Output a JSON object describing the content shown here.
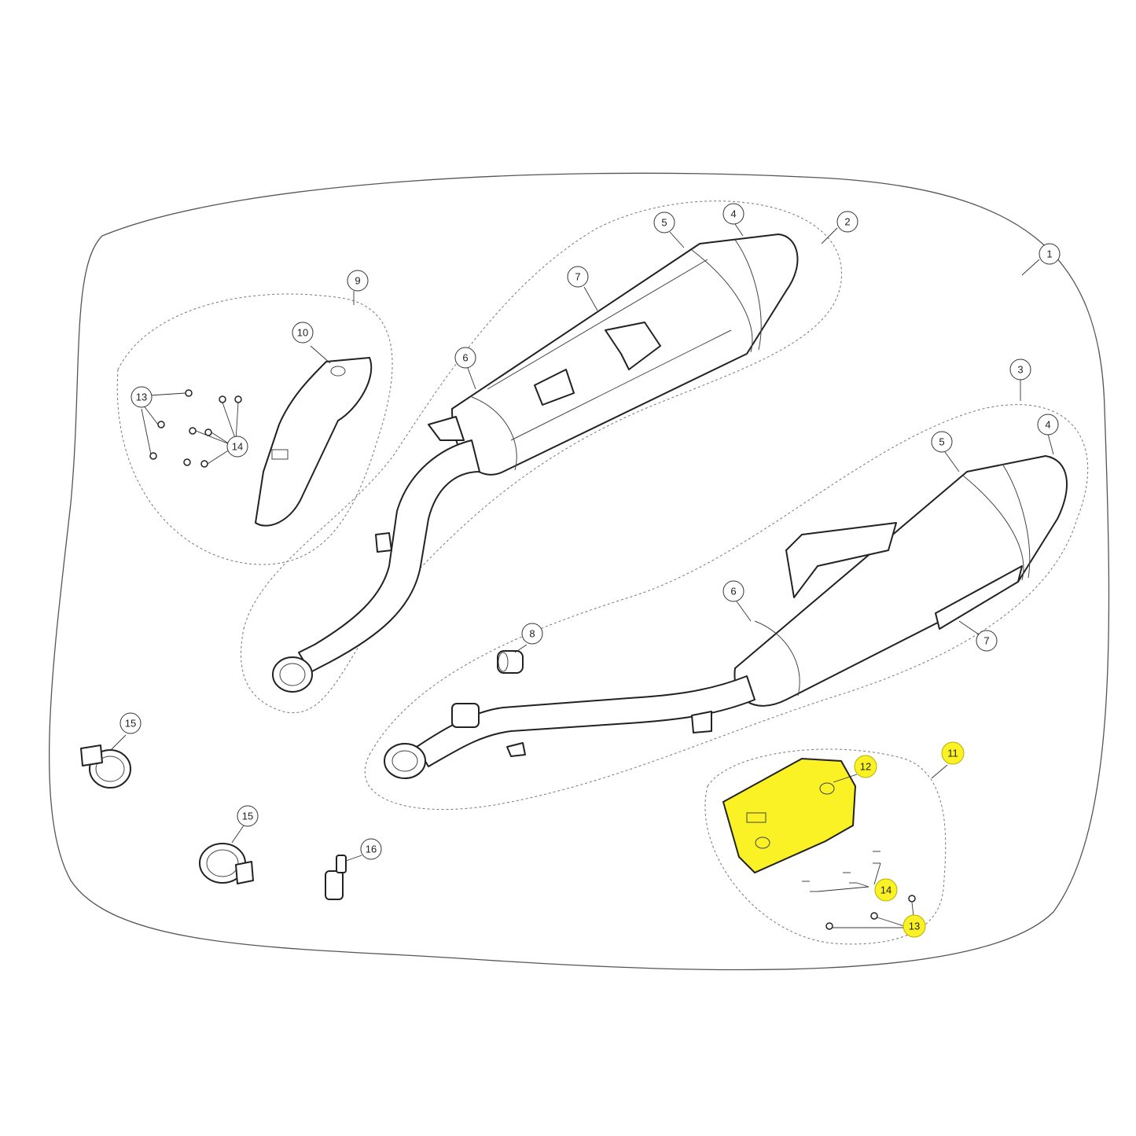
{
  "diagram": {
    "highlight_color": "#fbf225",
    "callouts": [
      {
        "id": "c1",
        "label": "1",
        "highlight": false
      },
      {
        "id": "c2",
        "label": "2",
        "highlight": false
      },
      {
        "id": "c3",
        "label": "3",
        "highlight": false
      },
      {
        "id": "c4a",
        "label": "4",
        "highlight": false
      },
      {
        "id": "c4b",
        "label": "4",
        "highlight": false
      },
      {
        "id": "c5a",
        "label": "5",
        "highlight": false
      },
      {
        "id": "c5b",
        "label": "5",
        "highlight": false
      },
      {
        "id": "c6a",
        "label": "6",
        "highlight": false
      },
      {
        "id": "c6b",
        "label": "6",
        "highlight": false
      },
      {
        "id": "c7a",
        "label": "7",
        "highlight": false
      },
      {
        "id": "c7b",
        "label": "7",
        "highlight": false
      },
      {
        "id": "c8",
        "label": "8",
        "highlight": false
      },
      {
        "id": "c9",
        "label": "9",
        "highlight": false
      },
      {
        "id": "c10",
        "label": "10",
        "highlight": false
      },
      {
        "id": "c11",
        "label": "11",
        "highlight": true
      },
      {
        "id": "c12",
        "label": "12",
        "highlight": true
      },
      {
        "id": "c13a",
        "label": "13",
        "highlight": false
      },
      {
        "id": "c13b",
        "label": "13",
        "highlight": true
      },
      {
        "id": "c14a",
        "label": "14",
        "highlight": false
      },
      {
        "id": "c14b",
        "label": "14",
        "highlight": true
      },
      {
        "id": "c15a",
        "label": "15",
        "highlight": false
      },
      {
        "id": "c15b",
        "label": "15",
        "highlight": false
      },
      {
        "id": "c16",
        "label": "16",
        "highlight": false
      }
    ]
  }
}
